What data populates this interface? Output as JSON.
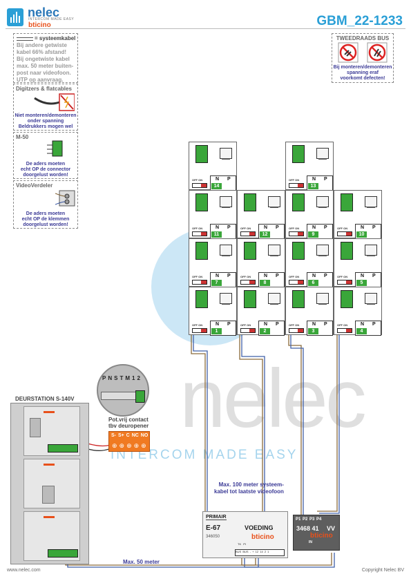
{
  "header": {
    "brand": "nelec",
    "tagline": "INTERCOM MADE EASY",
    "partner": "bticino",
    "doc_title": "GBM_22-1233"
  },
  "watermark": {
    "word": "nelec",
    "tagline": "INTERCOM MADE EASY"
  },
  "notes": {
    "systeemkabel": {
      "label": "= systeemkabel",
      "lines": [
        "Bij andere getwiste",
        "kabel 66% afstand!",
        "Bij ongetwiste kabel",
        "max. 50 meter buiten-",
        "post naar videofoon.",
        "UTP op aanvraag."
      ]
    },
    "digitizers": {
      "title": "Digitzers & flatcables",
      "lines": [
        "Niet monteren/demonteren",
        "onder spanning",
        "Beldrukkers mogen wel"
      ]
    },
    "m50": {
      "title": "M-50",
      "lines": [
        "De aders moeten",
        "echt OP de connector",
        "doorgelust worden!"
      ]
    },
    "videoverdeler": {
      "title": "VideoVerdeler",
      "lines": [
        "De aders moeten",
        "echt OP de klemmen",
        "doorgelust worden!"
      ]
    },
    "tweedraads": {
      "title": "TWEEDRAADS BUS",
      "lines": [
        "Bij monteren/demonteren",
        "spanning eraf",
        "voorkomt defecten!"
      ]
    }
  },
  "videophones": [
    {
      "number": "14",
      "col": 0,
      "row": 0
    },
    {
      "number": "13",
      "col": 2,
      "row": 0
    },
    {
      "number": "11",
      "col": 0,
      "row": 1
    },
    {
      "number": "12",
      "col": 1,
      "row": 1
    },
    {
      "number": "9",
      "col": 2,
      "row": 1
    },
    {
      "number": "10",
      "col": 3,
      "row": 1
    },
    {
      "number": "7",
      "col": 0,
      "row": 2
    },
    {
      "number": "8",
      "col": 1,
      "row": 2
    },
    {
      "number": "6",
      "col": 2,
      "row": 2
    },
    {
      "number": "5",
      "col": 3,
      "row": 2
    },
    {
      "number": "1",
      "col": 0,
      "row": 3
    },
    {
      "number": "2",
      "col": 1,
      "row": 3
    },
    {
      "number": "3",
      "col": 2,
      "row": 3
    },
    {
      "number": "4",
      "col": 3,
      "row": 3
    }
  ],
  "cell_labels": {
    "n": "N",
    "p": "P",
    "offon": "OFF ON"
  },
  "door_station": {
    "title": "DEURSTATION S-140V"
  },
  "connector_zoom": {
    "labels": [
      "P",
      "N",
      "S",
      "T",
      "M",
      "1",
      "2"
    ]
  },
  "contact": {
    "title_lines": [
      "Pot.vrij contact",
      "tbv deuropener"
    ],
    "terminals": [
      "S-",
      "S+",
      "C",
      "NC",
      "NO"
    ]
  },
  "power_supply": {
    "primair": "PRIMAIR",
    "model": "E-67",
    "label": "VOEDING",
    "article": "346050",
    "brand": "bticino",
    "terms": [
      "TK",
      "PI",
      "BUS",
      "BUS",
      "-",
      "+",
      "12",
      "14",
      "2",
      "1"
    ]
  },
  "distributor": {
    "ports": [
      "P1",
      "P2",
      "P3",
      "P4"
    ],
    "model": "3468 41",
    "vv": "VV",
    "brand": "bticino",
    "in": "IN"
  },
  "cable_notes": {
    "max100": [
      "Max. 100 meter systeem-",
      "kabel tot laatste videofoon"
    ],
    "max50": "Max. 50 meter"
  },
  "footer": {
    "left": "www.nelec.com",
    "right": "Copyright Nelec BV"
  },
  "colors": {
    "accent": "#2a9fd6",
    "green": "#3aa63a",
    "orange": "#f07a22",
    "warn_text": "#3b3a96"
  }
}
